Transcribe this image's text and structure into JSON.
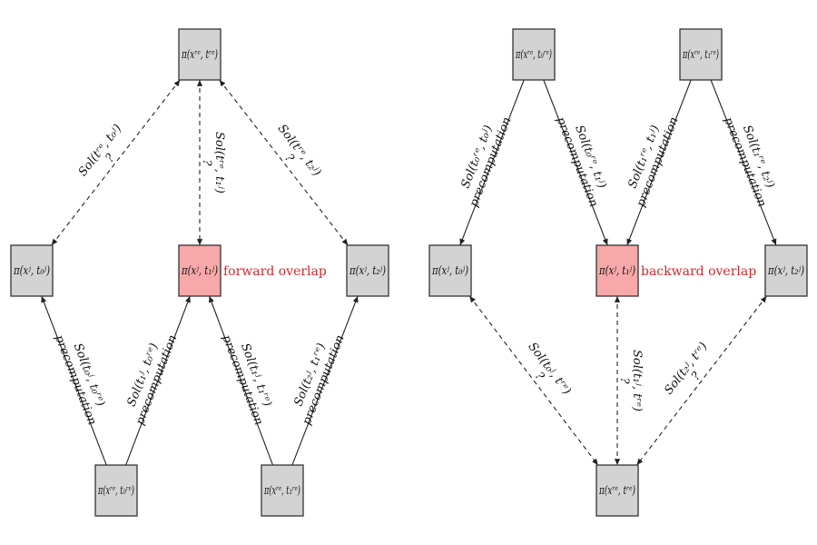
{
  "colors": {
    "node_fill": "#d3d3d3",
    "node_highlight_fill": "#f7a8a8",
    "node_stroke": "#333333",
    "edge": "#222222",
    "overlap_text": "#d6262b"
  },
  "left_diagram": {
    "nodes": {
      "top": "π(xʳᵉ, tʳᵉ)",
      "l0": "π(xʲ, t₀ʲ)",
      "l1": "π(xʲ, t₁ʲ)",
      "l2": "π(xʲ, t₂ʲ)",
      "b0": "π(xʳᵉ, t₀ʳᵉ)",
      "b1": "π(xʳᵉ, t₁ʳᵉ)"
    },
    "overlap_label": "forward overlap",
    "edges": {
      "top_l0": "Sol(tʳᵉ, t₀ʲ)",
      "top_l1": "Sol(tʳᵉ, t₁ʲ)",
      "top_l2": "Sol(tʳᵉ, t₂ʲ)",
      "b0_l0": "Sol(t₀ʲ, t₀ʳᵉ)",
      "b0_l1": "Sol(t₁ʲ, t₀ʳᵉ)",
      "b1_l1": "Sol(t₁ʲ, t₁ʳᵉ)",
      "b1_l2": "Sol(t₂ʲ, t₁ʳᵉ)"
    },
    "unknown_mark": "?",
    "precomputation_label": "precomputation"
  },
  "right_diagram": {
    "nodes": {
      "t0": "π(xʳᵉ, t₀ʳᵉ)",
      "t1": "π(xʳᵉ, t₁ʳᵉ)",
      "l0": "π(xʲ, t₀ʲ)",
      "l1": "π(xʲ, t₁ʲ)",
      "l2": "π(xʲ, t₂ʲ)",
      "bottom": "π(xʳᵉ, tʳᵉ)"
    },
    "overlap_label": "backward overlap",
    "edges": {
      "t0_l0": "Sol(t₀ʳᵉ, t₀ʲ)",
      "t0_l1": "Sol(t₀ʳᵉ, t₁ʲ)",
      "t1_l1": "Sol(t₁ʳᵉ, t₁ʲ)",
      "t1_l2": "Sol(t₁ʳᵉ, t₂ʲ)",
      "l0_bottom": "Sol(t₀ʲ, tʳᵉ)",
      "l1_bottom": "Sol(t₁ʲ, tʳᵉ)",
      "l2_bottom": "Sol(t₂ʲ, tʳᵉ)"
    },
    "unknown_mark": "?",
    "precomputation_label": "precomputation"
  }
}
